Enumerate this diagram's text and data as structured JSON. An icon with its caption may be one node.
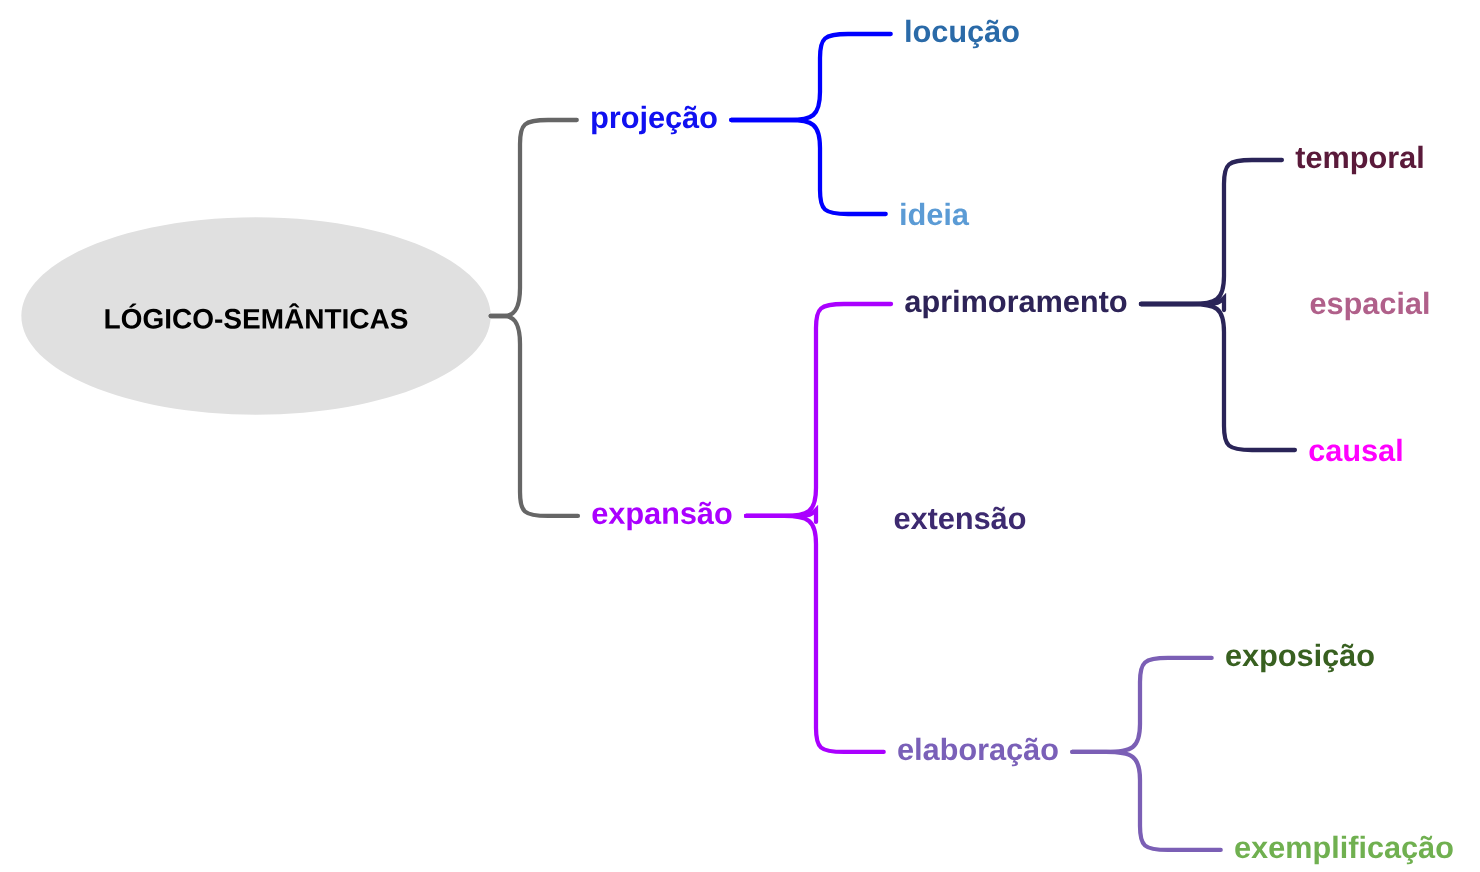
{
  "diagram": {
    "nodes": [
      {
        "text": [
          "LÓGICO-SEMÂNTICAS"
        ]
      },
      {
        "text": [
          "projeção"
        ]
      },
      {
        "text": [
          "locução"
        ]
      },
      {
        "text": [
          "ideia"
        ]
      },
      {
        "text": [
          "expansão"
        ]
      },
      {
        "text": [
          "aprimoramento"
        ]
      },
      {
        "text": [
          "temporal"
        ]
      },
      {
        "text": [
          "espacial"
        ]
      },
      {
        "text": [
          "causal"
        ]
      },
      {
        "text": [
          "extensão"
        ]
      },
      {
        "text": [
          "elaboração"
        ]
      },
      {
        "text": [
          "exposição"
        ]
      },
      {
        "text": [
          "exemplificação"
        ]
      }
    ],
    "edges": [
      {
        "from": 0,
        "to": 1,
        "arrow": "none",
        "color": "#666666"
      },
      {
        "from": 0,
        "to": 4,
        "arrow": "none",
        "color": "#666666"
      },
      {
        "from": 1,
        "to": 2,
        "arrow": "none",
        "color": "#0000ff"
      },
      {
        "from": 1,
        "to": 3,
        "arrow": "none",
        "color": "#0000ff"
      },
      {
        "from": 4,
        "to": 5,
        "arrow": "none",
        "color": "#aa00ff"
      },
      {
        "from": 4,
        "to": 9,
        "arrow": "none",
        "color": "#aa00ff"
      },
      {
        "from": 4,
        "to": 10,
        "arrow": "none",
        "color": "#aa00ff"
      },
      {
        "from": 5,
        "to": 6,
        "arrow": "none",
        "color": "#2a2458"
      },
      {
        "from": 5,
        "to": 7,
        "arrow": "none",
        "color": "#2a2458"
      },
      {
        "from": 5,
        "to": 8,
        "arrow": "none",
        "color": "#2a2458"
      },
      {
        "from": 10,
        "to": 11,
        "arrow": "none",
        "color": "#7b5fb5"
      },
      {
        "from": 10,
        "to": 12,
        "arrow": "none",
        "color": "#7b5fb5"
      }
    ]
  }
}
